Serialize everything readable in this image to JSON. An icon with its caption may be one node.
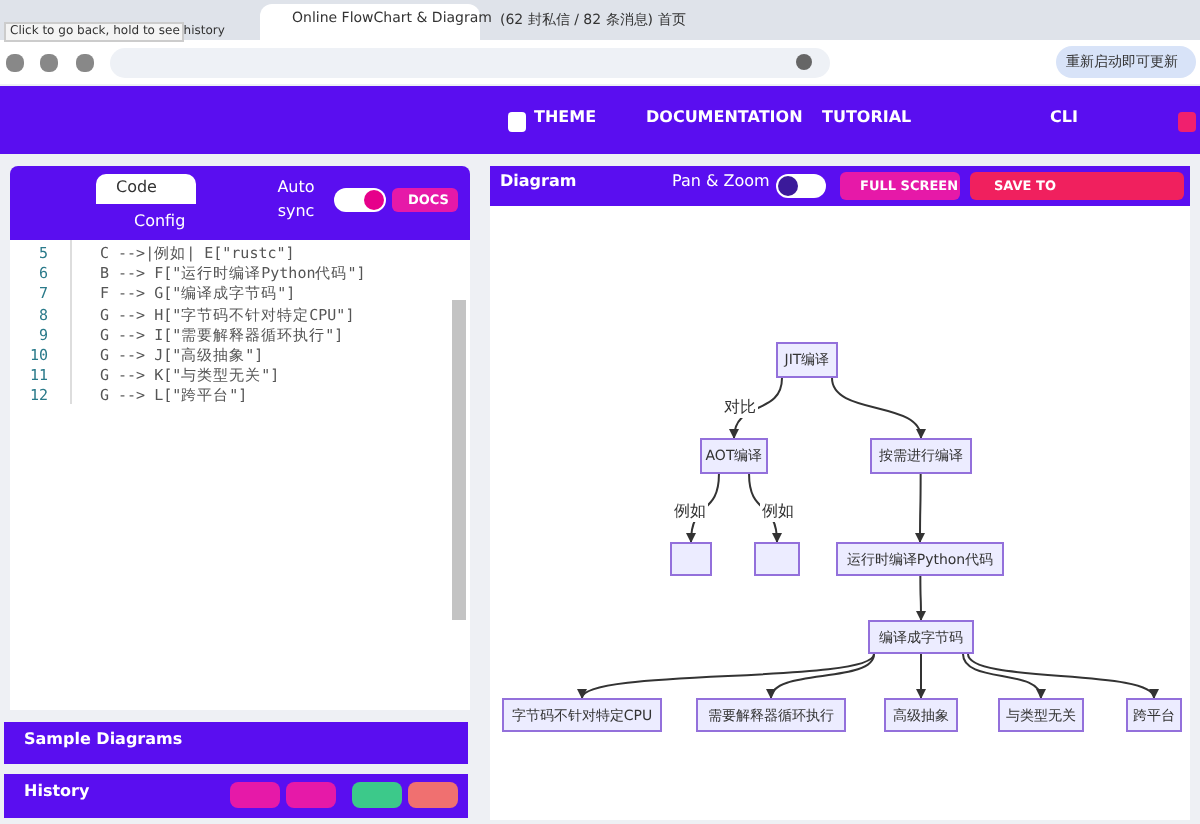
{
  "diagram": {
    "nodes": [
      {
        "text": [
          "JIT编译"
        ]
      },
      {
        "text": [
          "AOT编译"
        ]
      },
      {
        "text": [
          "按需进行编译"
        ]
      },
      {
        "text": [],
        "shape": "box"
      },
      {
        "text": [],
        "shape": "box"
      },
      {
        "text": [
          "运行时编译Python代码"
        ]
      },
      {
        "text": [
          "编译成字节码"
        ]
      },
      {
        "text": [
          "字节码不针对特定CPU"
        ]
      },
      {
        "text": [
          "需要解释器循环执行"
        ]
      },
      {
        "text": [
          "高级抽象"
        ]
      },
      {
        "text": [
          "与类型无关"
        ]
      },
      {
        "text": [
          "跨平台"
        ]
      }
    ],
    "edges": [
      {
        "from": 0,
        "to": 1,
        "arrow": "to",
        "label": "对比"
      },
      {
        "from": 0,
        "to": 2,
        "arrow": "to"
      },
      {
        "from": 1,
        "to": 3,
        "arrow": "to",
        "label": "例如"
      },
      {
        "from": 1,
        "to": 4,
        "arrow": "to",
        "label": "例如"
      },
      {
        "from": 2,
        "to": 5,
        "arrow": "to"
      },
      {
        "from": 5,
        "to": 6,
        "arrow": "to"
      },
      {
        "from": 6,
        "to": 7,
        "arrow": "to"
      },
      {
        "from": 6,
        "to": 8,
        "arrow": "to"
      },
      {
        "from": 6,
        "to": 9,
        "arrow": "to"
      },
      {
        "from": 6,
        "to": 10,
        "arrow": "to"
      },
      {
        "from": 6,
        "to": 11,
        "arrow": "to"
      }
    ],
    "labels": [
      "Online FlowChart & Diagram",
      "(62 封私信 / 82 条消息) 首页",
      "Click to go back, hold to see history",
      "重新启动即可更新",
      "THEME",
      "DOCUMENTATION",
      "TUTORIAL",
      "CLI",
      "Code",
      "Config",
      "Auto sync",
      "DOCS",
      "Diagram",
      "Pan & Zoom",
      "FULL SCREEN",
      "SAVE TO",
      "5",
      "6",
      "7",
      "8",
      "9",
      "10",
      "11",
      "12",
      "C -->|例如| E[\"rustc\"]",
      "B --> F[\"运行时编译Python代码\"]",
      "F --> G[\"编译成字节码\"]",
      "G --> H[\"字节码不针对特定CPU\"]",
      "G --> I[\"需要解释器循环执行\"]",
      "G --> J[\"高级抽象\"]",
      "G --> K[\"与类型无关\"]",
      "G --> L[\"跨平台\"]",
      "Sample Diagrams",
      "History"
    ]
  }
}
